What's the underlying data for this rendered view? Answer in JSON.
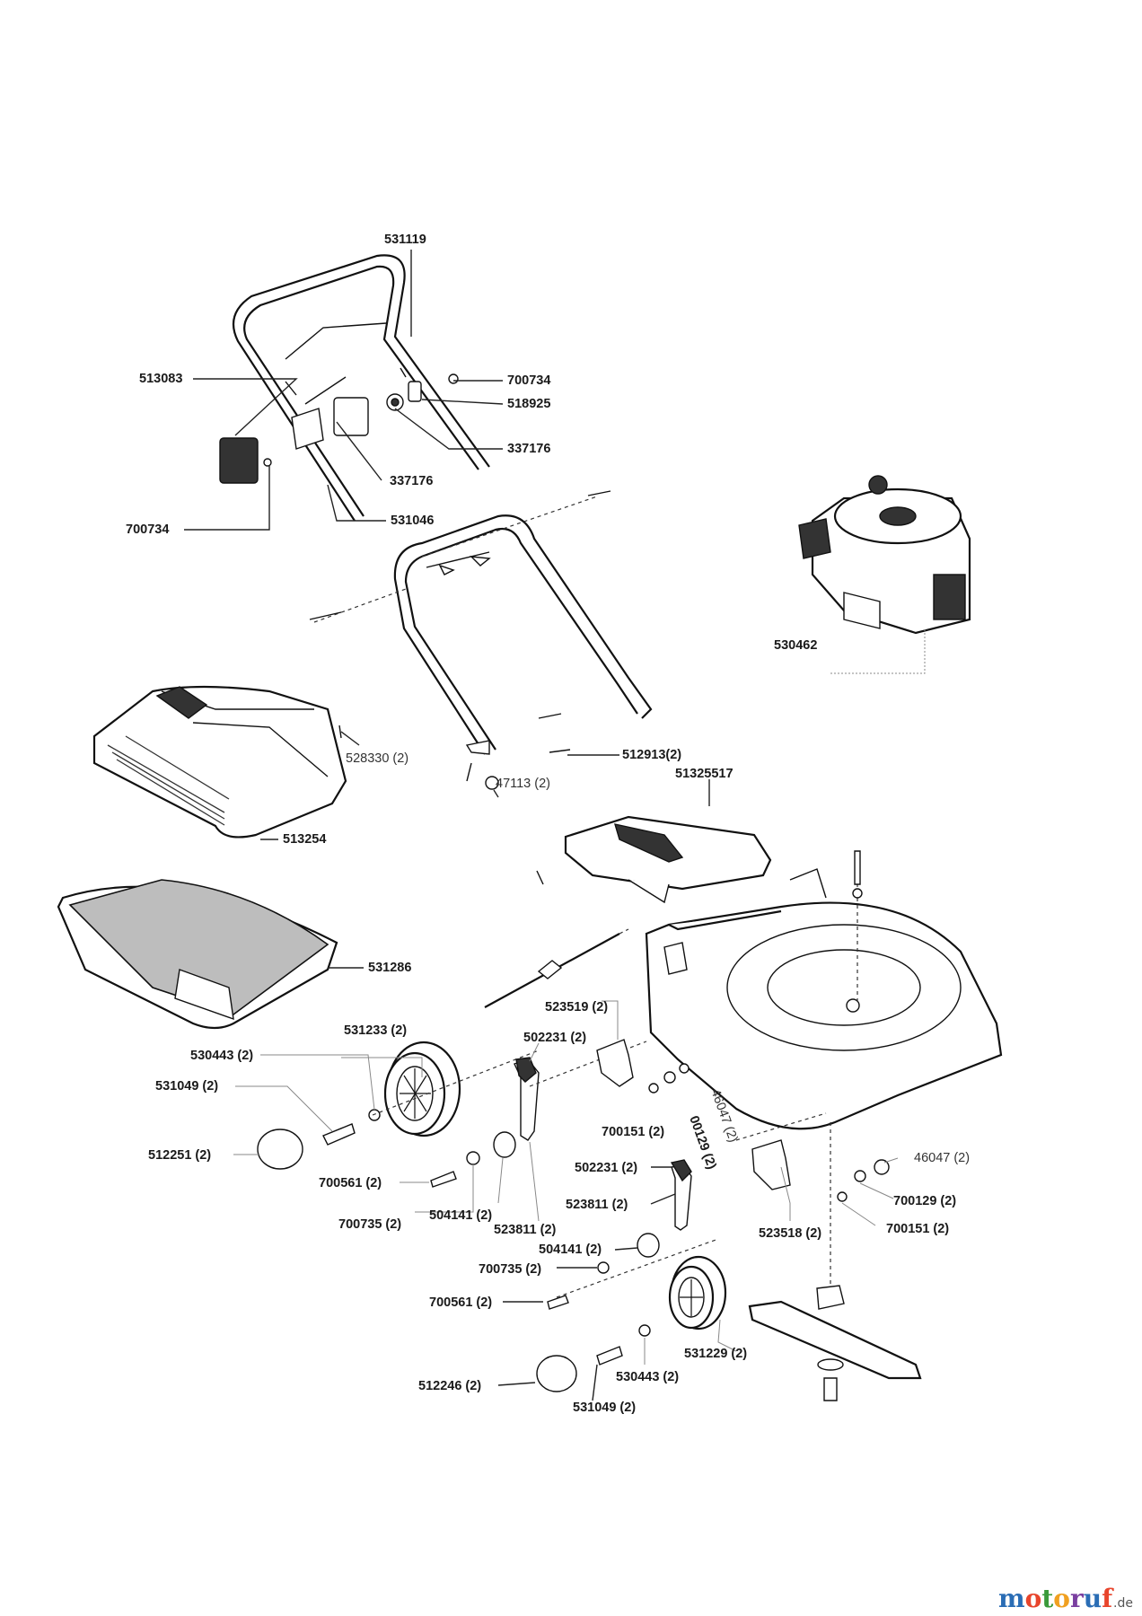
{
  "labels": {
    "p531119": "531119",
    "p513083": "513083",
    "p700734a": "700734",
    "p518925": "518925",
    "p337176a": "337176",
    "p337176b": "337176",
    "p700734b": "700734",
    "p531046": "531046",
    "p530462": "530462",
    "p512913": "512913(2)",
    "p51325517": "51325517",
    "p528330": "528330 (2)",
    "p47113": "47113 (2)",
    "p513254": "513254",
    "p531286": "531286",
    "p523519": "523519 (2)",
    "p502231a": "502231 (2)",
    "p531233": "531233 (2)",
    "p530443a": "530443 (2)",
    "p531049a": "531049 (2)",
    "p512251": "512251 (2)",
    "p700151a": "700151 (2)",
    "p00129": "00129 (2)",
    "p46047a": "46047 (2)",
    "p46047b": "46047 (2)",
    "p700561a": "700561 (2)",
    "p502231b": "502231 (2)",
    "p700129": "700129 (2)",
    "p700735a": "700735 (2)",
    "p504141a": "504141 (2)",
    "p523811a": "523811 (2)",
    "p523811b": "523811 (2)",
    "p523518": "523518 (2)",
    "p700151b": "700151 (2)",
    "p504141b": "504141 (2)",
    "p700735b": "700735 (2)",
    "p700561b": "700561 (2)",
    "p531229": "531229 (2)",
    "p530443b": "530443 (2)",
    "p512246": "512246 (2)",
    "p531049b": "531049 (2)"
  },
  "logo": {
    "letters": [
      "m",
      "o",
      "t",
      "o",
      "r",
      "u",
      "f"
    ],
    "colors": [
      "#2a6db5",
      "#e8452c",
      "#3a9a3a",
      "#f0a020",
      "#7a3fa0",
      "#2a6db5",
      "#e8452c"
    ],
    "suffix": ".de"
  }
}
